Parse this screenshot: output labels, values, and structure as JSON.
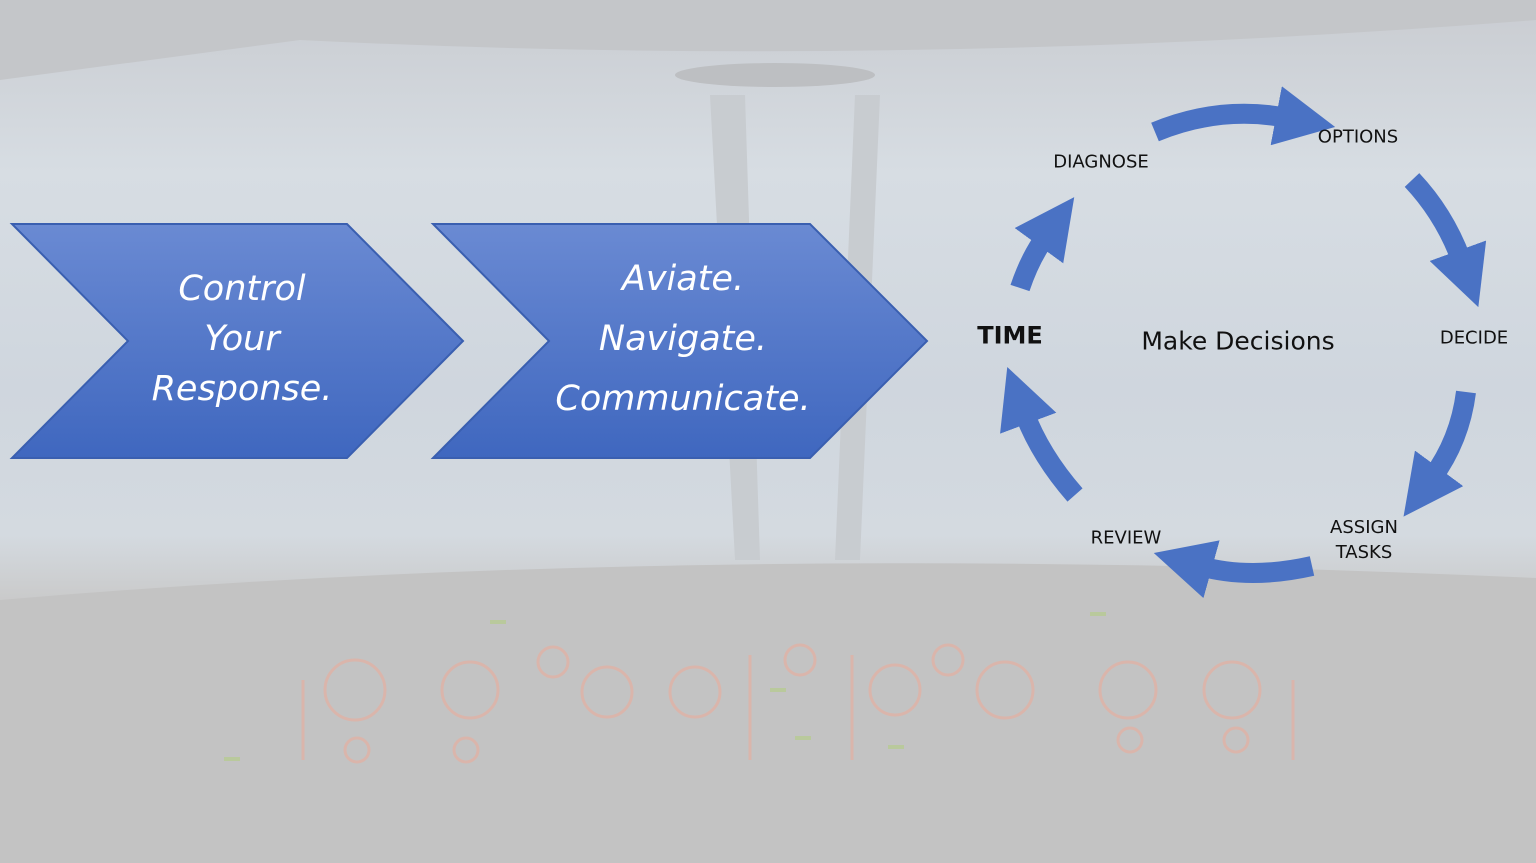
{
  "chevrons": [
    {
      "lines": [
        "Control",
        "Your",
        "Response."
      ]
    },
    {
      "lines": [
        "Aviate.",
        "Navigate.",
        "Communicate."
      ]
    }
  ],
  "cycle": {
    "center": "Make Decisions",
    "side_label": "TIME",
    "steps": [
      "DIAGNOSE",
      "OPTIONS",
      "DECIDE",
      "ASSIGN",
      "TASKS",
      "REVIEW"
    ]
  },
  "colors": {
    "accent": "#4a72c4",
    "background_sky": "#d4dae0",
    "cockpit": "#c2c2c2"
  }
}
